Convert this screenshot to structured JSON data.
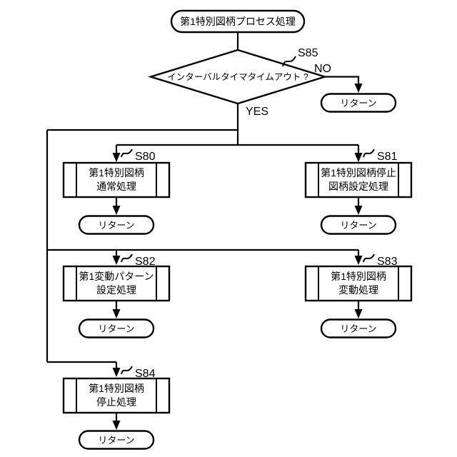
{
  "colors": {
    "background": "#ffffff",
    "line": "#000000",
    "text": "#000000"
  },
  "flowchart": {
    "start": {
      "label": "第1特別図柄プロセス処理"
    },
    "decision": {
      "step": "S85",
      "label": "インターバルタイマタイムアウト ?",
      "yes_label": "YES",
      "no_label": "NO"
    },
    "no_return": {
      "label": "リターン"
    },
    "processes": [
      {
        "step": "S80",
        "line1": "第1特別図柄",
        "line2": "通常処理",
        "return_label": "リターン"
      },
      {
        "step": "S81",
        "line1": "第1特別図柄停止",
        "line2": "図柄設定処理",
        "return_label": "リターン"
      },
      {
        "step": "S82",
        "line1": "第1変動パターン",
        "line2": "設定処理",
        "return_label": "リターン"
      },
      {
        "step": "S83",
        "line1": "第1特別図柄",
        "line2": "変動処理",
        "return_label": "リターン"
      },
      {
        "step": "S84",
        "line1": "第1特別図柄",
        "line2": "停止処理",
        "return_label": "リターン"
      }
    ]
  }
}
